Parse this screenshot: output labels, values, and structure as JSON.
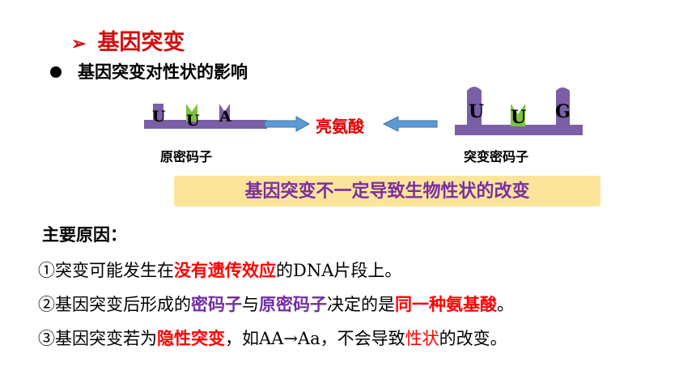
{
  "heading": {
    "marker": "➢",
    "title": "基因突变"
  },
  "subheading": "基因突变对性状的影响",
  "diagram": {
    "left_codon": [
      "U",
      "U",
      "A"
    ],
    "left_label": "原密码子",
    "center_label": "亮氨酸",
    "right_codon": [
      "U",
      "U",
      "G"
    ],
    "right_label": "突变密码子",
    "colors": {
      "purple": "#7b5fa6",
      "green": "#7dc242",
      "arrow_fill": "#5b9bd5",
      "arrow_stroke": "#41719c"
    }
  },
  "banner": "基因突变不一定导致生物性状的改变",
  "reasons_title": "主要原因：",
  "reasons": [
    {
      "num": "①",
      "parts": [
        "突变可能发生在",
        "没有遗传效应",
        "的DNA片段上。"
      ]
    },
    {
      "num": "②",
      "parts": [
        "基因突变后形成的",
        "密码子",
        "与",
        "原密码子",
        "决定的是",
        "同一种氨基酸",
        "。"
      ]
    },
    {
      "num": "③",
      "parts": [
        "基因突变若为",
        "隐性突变",
        "，如AA→Aa，不会导致",
        "性状",
        "的改变。"
      ]
    }
  ]
}
